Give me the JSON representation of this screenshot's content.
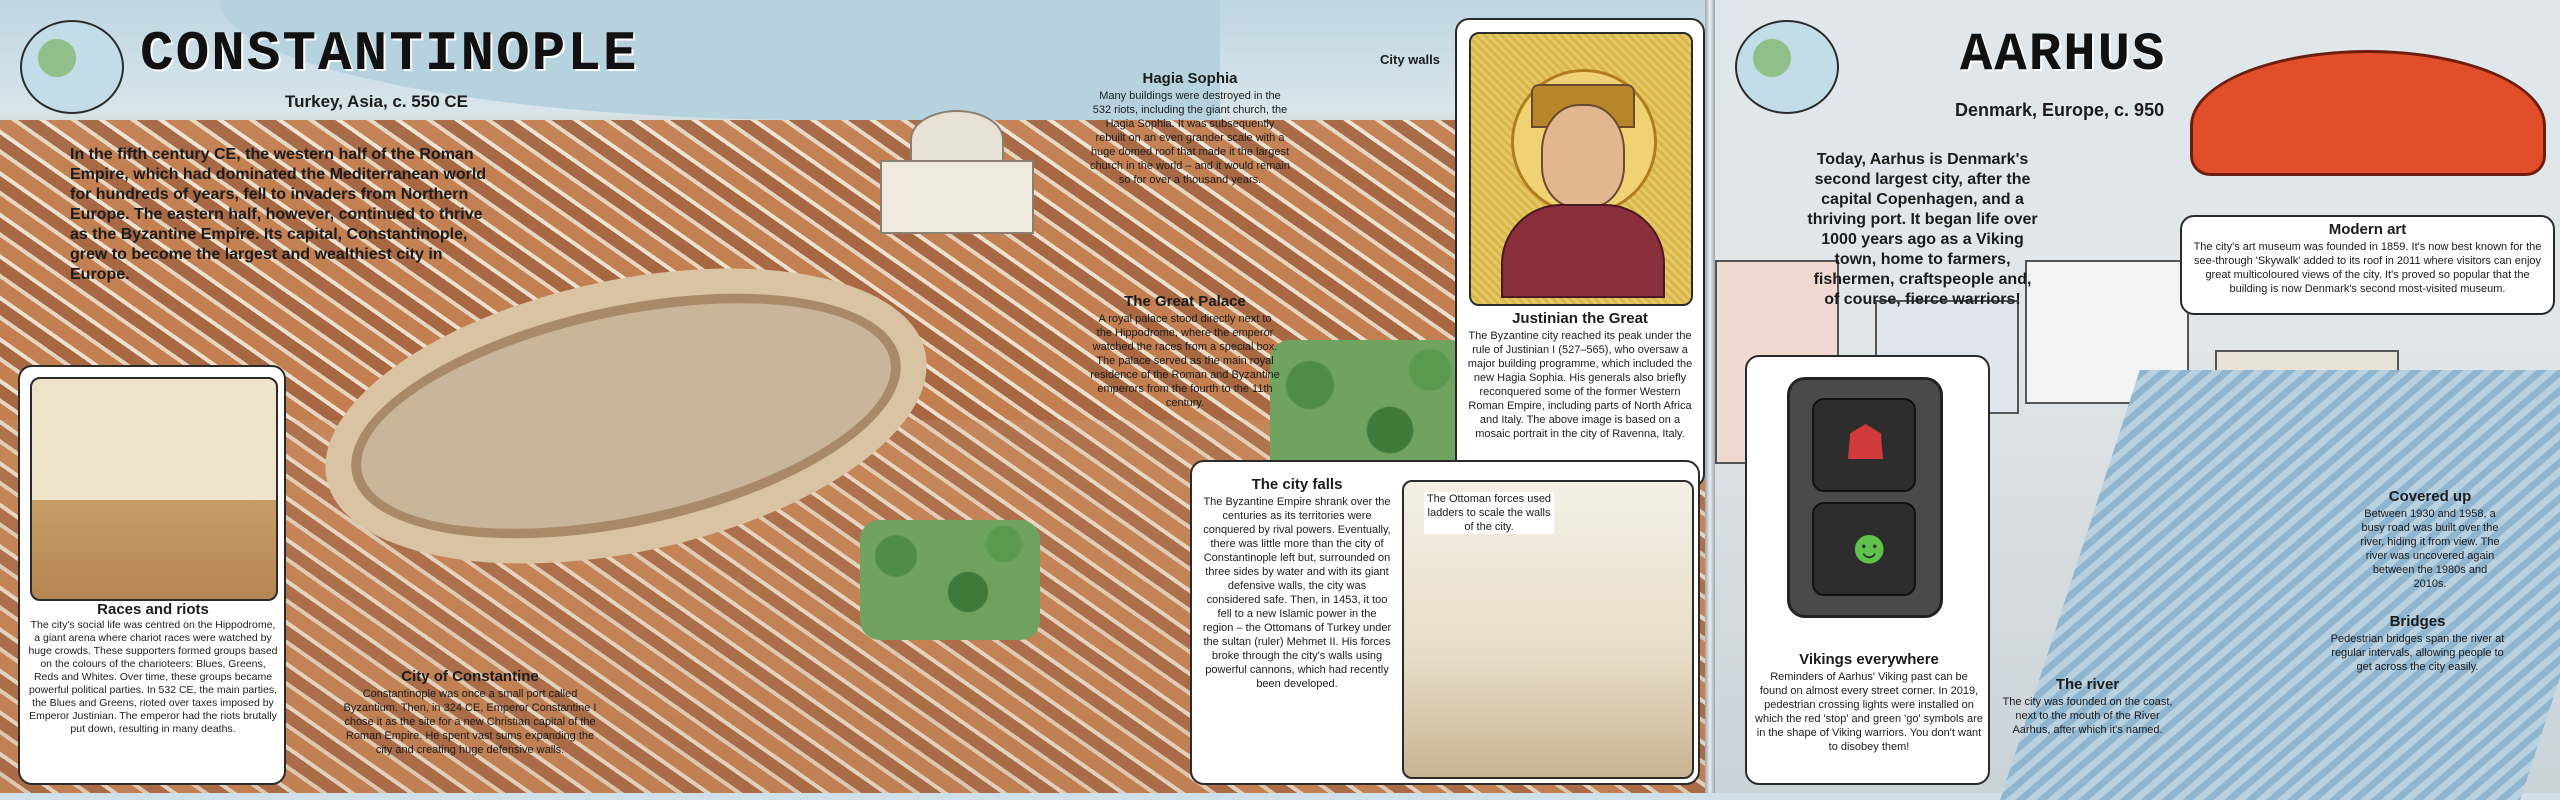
{
  "left_page": {
    "title": "CONSTANTINOPLE",
    "subtitle": "Turkey, Asia, c. 550 CE",
    "intro": "In the fifth century CE, the western half of the Roman Empire, which had dominated the Mediterranean world for hundreds of years, fell to invaders from Northern Europe. The eastern half, however, continued to thrive as the Byzantine Empire. Its capital, Constantinople, grew to become the largest and wealthiest city in Europe.",
    "city_walls_label": "City walls",
    "hagia_sophia": {
      "heading": "Hagia Sophia",
      "text": "Many buildings were destroyed in the 532 riots, including the giant church, the Hagia Sophia. It was subsequently rebuilt on an even grander scale with a huge domed roof that made it the largest church in the world – and it would remain so for over a thousand years."
    },
    "justinian": {
      "heading": "Justinian the Great",
      "text": "The Byzantine city reached its peak under the rule of Justinian I (527–565), who oversaw a major building programme, which included the new Hagia Sophia. His generals also briefly reconquered some of the former Western Roman Empire, including parts of North Africa and Italy. The above image is based on a mosaic portrait in the city of Ravenna, Italy."
    },
    "great_palace": {
      "heading": "The Great Palace",
      "text": "A royal palace stood directly next to the Hippodrome, where the emperor watched the races from a special box. The palace served as the main royal residence of the Roman and Byzantine emperors from the fourth to the 11th century."
    },
    "races": {
      "heading": "Races and riots",
      "text": "The city's social life was centred on the Hippodrome, a giant arena where chariot races were watched by huge crowds. These supporters formed groups based on the colours of the charioteers: Blues, Greens, Reds and Whites. Over time, these groups became powerful political parties. In 532 CE, the main parties, the Blues and Greens, rioted over taxes imposed by Emperor Justinian. The emperor had the riots brutally put down, resulting in many deaths."
    },
    "constantine": {
      "heading": "City of Constantine",
      "text": "Constantinople was once a small port called Byzantium. Then, in 324 CE, Emperor Constantine I chose it as the site for a new Christian capital of the Roman Empire. He spent vast sums expanding the city and creating huge defensive walls."
    },
    "city_falls": {
      "heading": "The city falls",
      "text": "The Byzantine Empire shrank over the centuries as its territories were conquered by rival powers. Eventually, there was little more than the city of Constantinople left but, surrounded on three sides by water and with its giant defensive walls, the city was considered safe. Then, in 1453, it too fell to a new Islamic power in the region – the Ottomans of Turkey under the sultan (ruler) Mehmet II. His forces broke through the city's walls using powerful cannons, which had recently been developed."
    },
    "ottoman_caption": "The Ottoman forces used ladders to scale the walls of the city."
  },
  "right_page": {
    "title": "AARHUS",
    "subtitle": "Denmark, Europe, c. 950",
    "intro": "Today, Aarhus is Denmark's second largest city, after the capital Copenhagen, and a thriving port. It began life over 1000 years ago as a Viking town, home to farmers, fishermen, craftspeople and, of course, fierce warriors!",
    "modern_art": {
      "heading": "Modern art",
      "text": "The city's art museum was founded in 1859. It's now best known for the see-through 'Skywalk' added to its roof in 2011 where visitors can enjoy great multicoloured views of the city. It's proved so popular that the building is now Denmark's second most-visited museum."
    },
    "covered_up": {
      "heading": "Covered up",
      "text": "Between 1930 and 1958, a busy road was built over the river, hiding it from view. The river was uncovered again between the 1980s and 2010s."
    },
    "bridges": {
      "heading": "Bridges",
      "text": "Pedestrian bridges span the river at regular intervals, allowing people to get across the city easily."
    },
    "vikings": {
      "heading": "Vikings everywhere",
      "text": "Reminders of Aarhus' Viking past can be found on almost every street corner. In 2019, pedestrian crossing lights were installed on which the red 'stop' and green 'go' symbols are in the shape of Viking warriors. You don't want to disobey them!"
    },
    "river": {
      "heading": "The river",
      "text": "The city was founded on the coast, next to the mouth of the River Aarhus, after which it's named."
    }
  },
  "colors": {
    "roof": "#c27a4a",
    "stone": "#efe6d6",
    "green": "#4f8d46",
    "sea": "#b7d2df",
    "museum_red": "#e24d2a"
  }
}
